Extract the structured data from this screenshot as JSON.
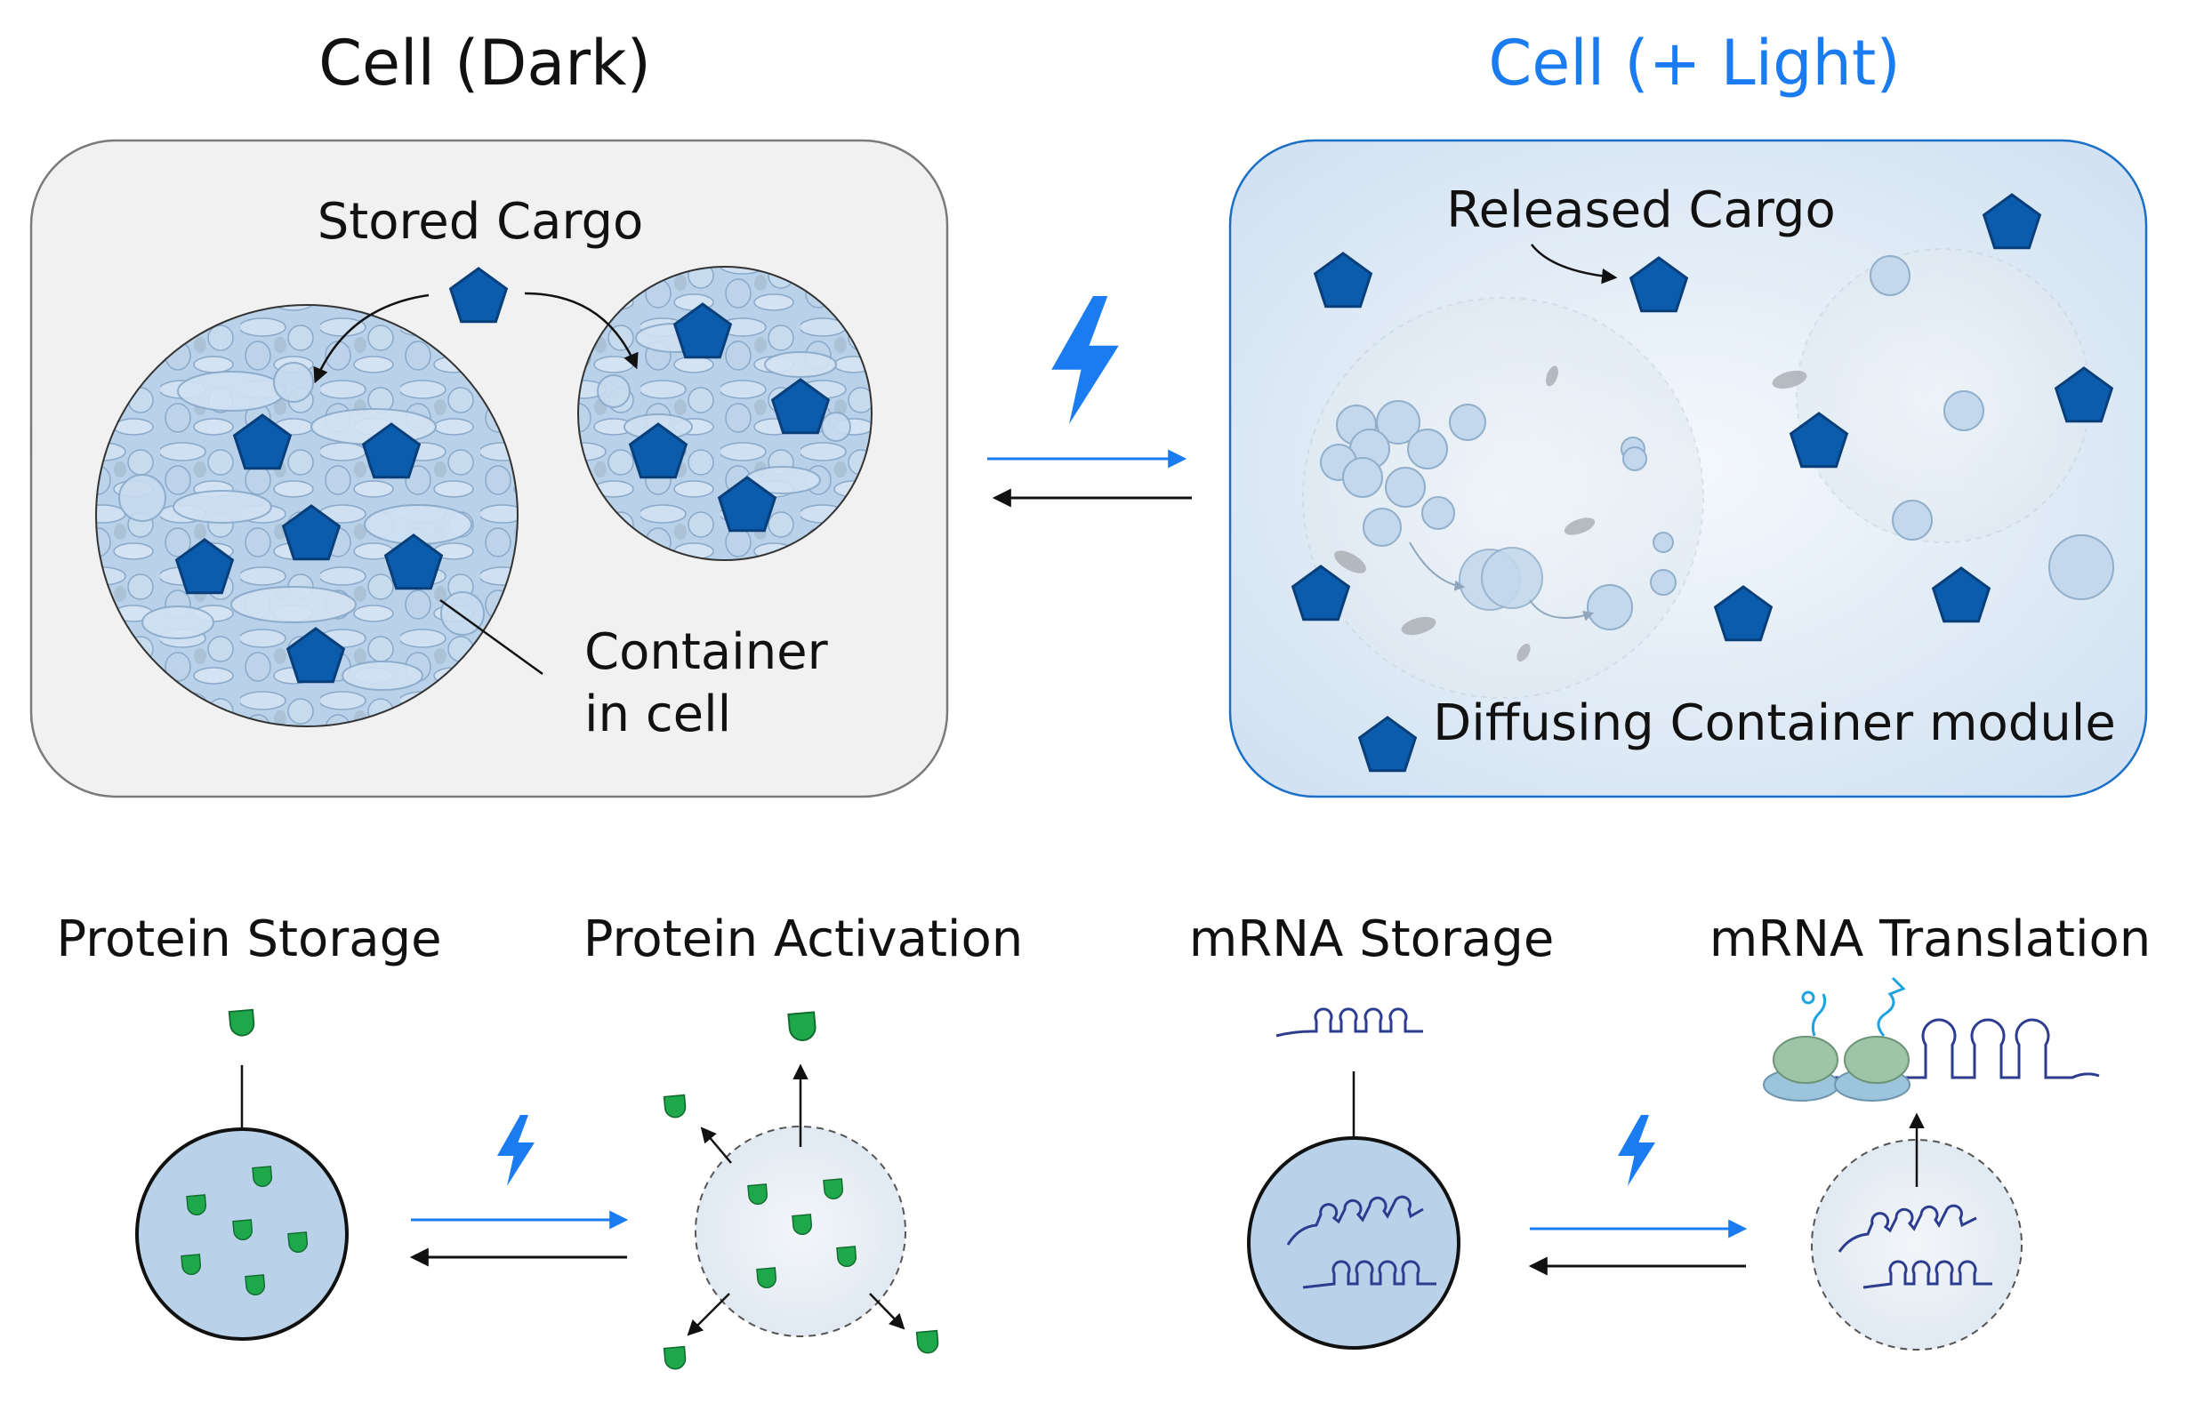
{
  "top": {
    "dark_title": "Cell (Dark)",
    "light_title": "Cell (+ Light)",
    "stored_cargo": "Stored Cargo",
    "container_line1": "Container",
    "container_line2": "in cell",
    "released_cargo": "Released Cargo",
    "diffusing_module": "Diffusing Container module"
  },
  "bottom": {
    "protein_storage": "Protein Storage",
    "protein_activation": "Protein Activation",
    "mrna_storage": "mRNA Storage",
    "mrna_translation": "mRNA Translation"
  },
  "colors": {
    "light_blue_accent": "#1a7cf0",
    "cargo_blue": "#0b5cad",
    "container_fill": "#b9d2ea",
    "protein_green": "#1fa84b",
    "rna_navy": "#2c3d8f",
    "ribosome_green": "#9fc5a8",
    "ribosome_blue": "#9cc4dc"
  },
  "icons": {
    "light": "lightning-bolt-icon",
    "cargo": "pentagon-cargo-icon",
    "protein": "leaf-protein-icon",
    "rna": "mrna-hairpin-icon",
    "ribosome": "ribosome-icon"
  }
}
